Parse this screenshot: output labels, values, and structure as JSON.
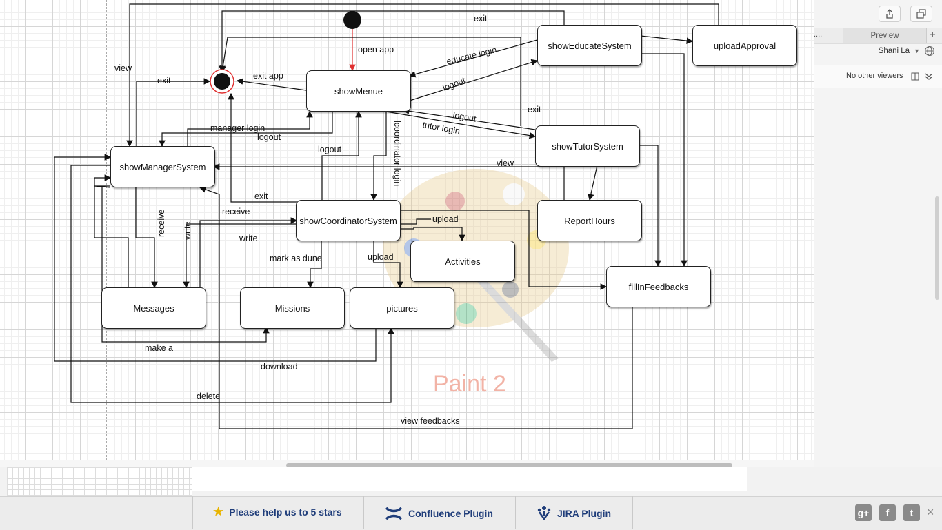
{
  "diagram": {
    "nodes": {
      "showMenue": "showMenue",
      "showEducateSystem": "showEducateSystem",
      "uploadApproval": "uploadApproval",
      "showTutorSystem": "showTutorSystem",
      "showManagerSystem": "showManagerSystem",
      "showCoordinatorSystem": "showCoordinatorSystem",
      "ReportHours": "ReportHours",
      "Activities": "Activities",
      "fillInFeedbacks": "fillInFeedbacks",
      "Messages": "Messages",
      "Missions": "Missions",
      "pictures": "pictures"
    },
    "labels": {
      "exit_top": "exit",
      "open_app": "open app",
      "view_left": "view",
      "exit_left": "exit",
      "exit_app": "exit app",
      "educate_login": "educate login",
      "logout_educate": "logout",
      "exit_tutor": "exit",
      "logout_tutor": "logout",
      "tutor_login": "tutor login",
      "manager_login": "manager login",
      "logout_manager": "logout",
      "logout_coord": "logout",
      "coordinator_login": "lcoordinator login",
      "view_tutor": "view",
      "exit_coord": "exit",
      "receive_top": "receive",
      "receive_side": "receive",
      "write_side": "write",
      "write_mid": "write",
      "upload_activities": "upload",
      "mark_as_done": "mark as dune",
      "upload_pictures": "upload",
      "make_a": "make a",
      "download": "download",
      "delete": "delete",
      "view_feedbacks": "view feedbacks"
    },
    "watermark": "Paint 2"
  },
  "right_panel": {
    "tab_dots": "....",
    "tab_preview": "Preview",
    "tab_add": "+",
    "user_name": "Shani La",
    "viewers_text": "No other viewers"
  },
  "plugin_bar": {
    "stars": "Please help us to 5 stars",
    "confluence": "Confluence Plugin",
    "jira": "JIRA Plugin",
    "google_plus": "g+",
    "facebook": "f",
    "twitter": "t",
    "close": "×"
  }
}
